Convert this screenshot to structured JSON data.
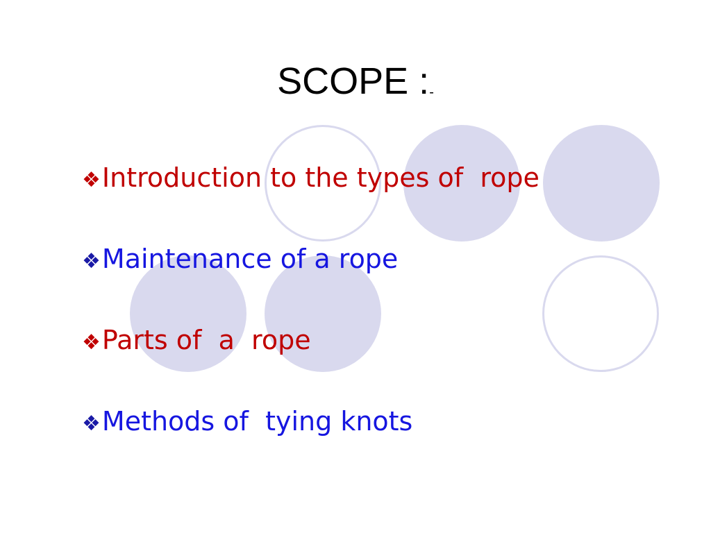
{
  "slide": {
    "title": "SCOPE :",
    "title_mark": "-",
    "bullet_glyph": "❖",
    "bullets": [
      {
        "text": "Introduction to the types of  rope",
        "color": "#c00000"
      },
      {
        "text": "Maintenance of a rope",
        "color": "#1616e0"
      },
      {
        "text": "Parts of  a  rope",
        "color": "#c00000"
      },
      {
        "text": "Methods of  tying knots",
        "color": "#1616e0"
      }
    ],
    "decoration_color": "#d9d9ee"
  }
}
